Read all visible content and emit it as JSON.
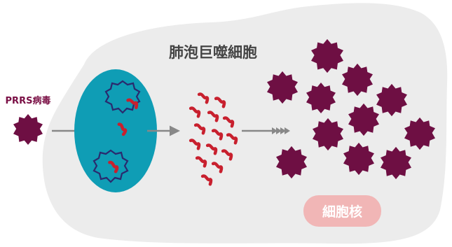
{
  "diagram": {
    "cell_title": "肺泡巨噬細胞",
    "virus_label": "PRRS病毒",
    "nucleus_label": "細胞核"
  },
  "colors": {
    "cell_background": "#ececec",
    "nucleus": "#0f9db5",
    "virus": "#6e0f43",
    "rna_fragment": "#c8202e",
    "capsid_outline": "#2a2a6e",
    "arrow": "#888888",
    "nucleus_badge": "#f1b6b6"
  },
  "icons": {
    "virus_particle": "spiky-virus-icon",
    "rna_fragment": "rna-squiggle-icon",
    "arrow": "right-arrow-icon"
  }
}
